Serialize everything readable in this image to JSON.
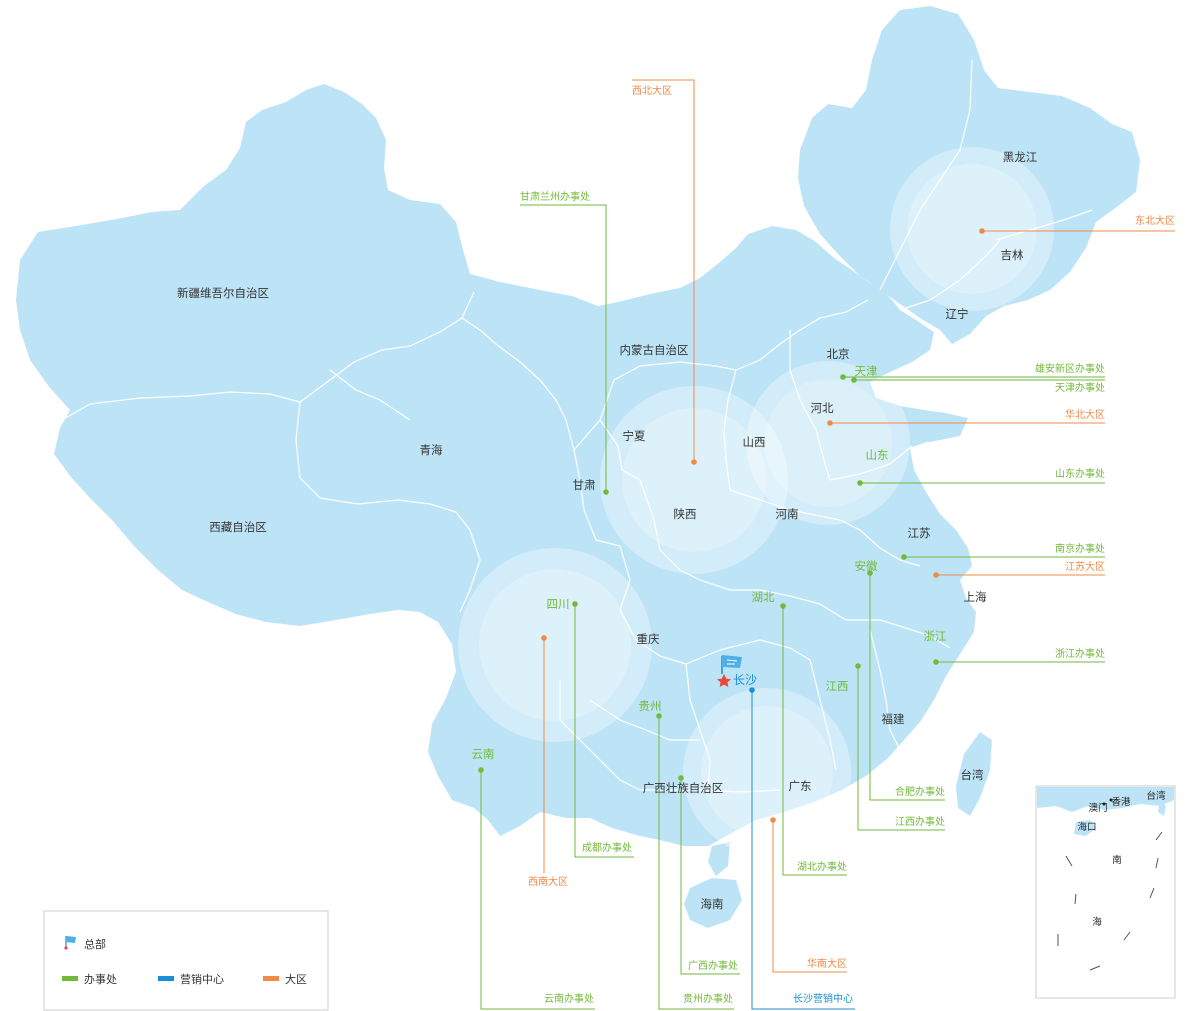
{
  "colors": {
    "land": "#bde4f6",
    "border": "#ffffff",
    "green": "#72b93a",
    "orange": "#f08a46",
    "blue": "#1a8fd6",
    "text": "#333333"
  },
  "provinces": {
    "xinjiang": "新疆维吾尔自治区",
    "xizang": "西藏自治区",
    "qinghai": "青海",
    "neimenggu": "内蒙古自治区",
    "heilongjiang": "黑龙江",
    "jilin": "吉林",
    "liaoning": "辽宁",
    "beijing": "北京",
    "tianjin": "天津",
    "hebei": "河北",
    "shandong": "山东",
    "ningxia": "宁夏",
    "shanxi": "山西",
    "gansu": "甘肃",
    "shaanxi": "陕西",
    "henan": "河南",
    "jiangsu": "江苏",
    "anhui": "安徽",
    "shanghai": "上海",
    "sichuan": "四川",
    "chongqing": "重庆",
    "hubei": "湖北",
    "zhejiang": "浙江",
    "changsha": "长沙",
    "jiangxi": "江西",
    "guizhou": "贵州",
    "fujian": "福建",
    "yunnan": "云南",
    "guangxi": "广西壮族自治区",
    "guangdong": "广东",
    "taiwan": "台湾",
    "hainan": "海南"
  },
  "callouts": {
    "xibei": "西北大区",
    "gansu_lanzhou": "甘肃兰州办事处",
    "dongbei": "东北大区",
    "xiongan": "雄安新区办事处",
    "tianjin_office": "天津办事处",
    "huabei": "华北大区",
    "shandong_office": "山东办事处",
    "nanjing": "南京办事处",
    "jiangsu_region": "江苏大区",
    "zhejiang_office": "浙江办事处",
    "hefei": "合肥办事处",
    "jiangxi_office": "江西办事处",
    "hubei_office": "湖北办事处",
    "chengdu": "成都办事处",
    "xinan": "西南大区",
    "huanan": "华南大区",
    "guangxi_office": "广西办事处",
    "changsha_center": "长沙营销中心",
    "guizhou_office": "贵州办事处",
    "yunnan_office": "云南办事处"
  },
  "inset": {
    "xianggang": "香港",
    "aomen": "澳门",
    "taiwan": "台湾",
    "haikou": "海口",
    "nan": "南",
    "hai": "海"
  },
  "legend": {
    "hq": "总部",
    "office": "办事处",
    "center": "营销中心",
    "region": "大区"
  },
  "icons": {
    "hq": "flag-icon",
    "changsha": "star-icon"
  }
}
